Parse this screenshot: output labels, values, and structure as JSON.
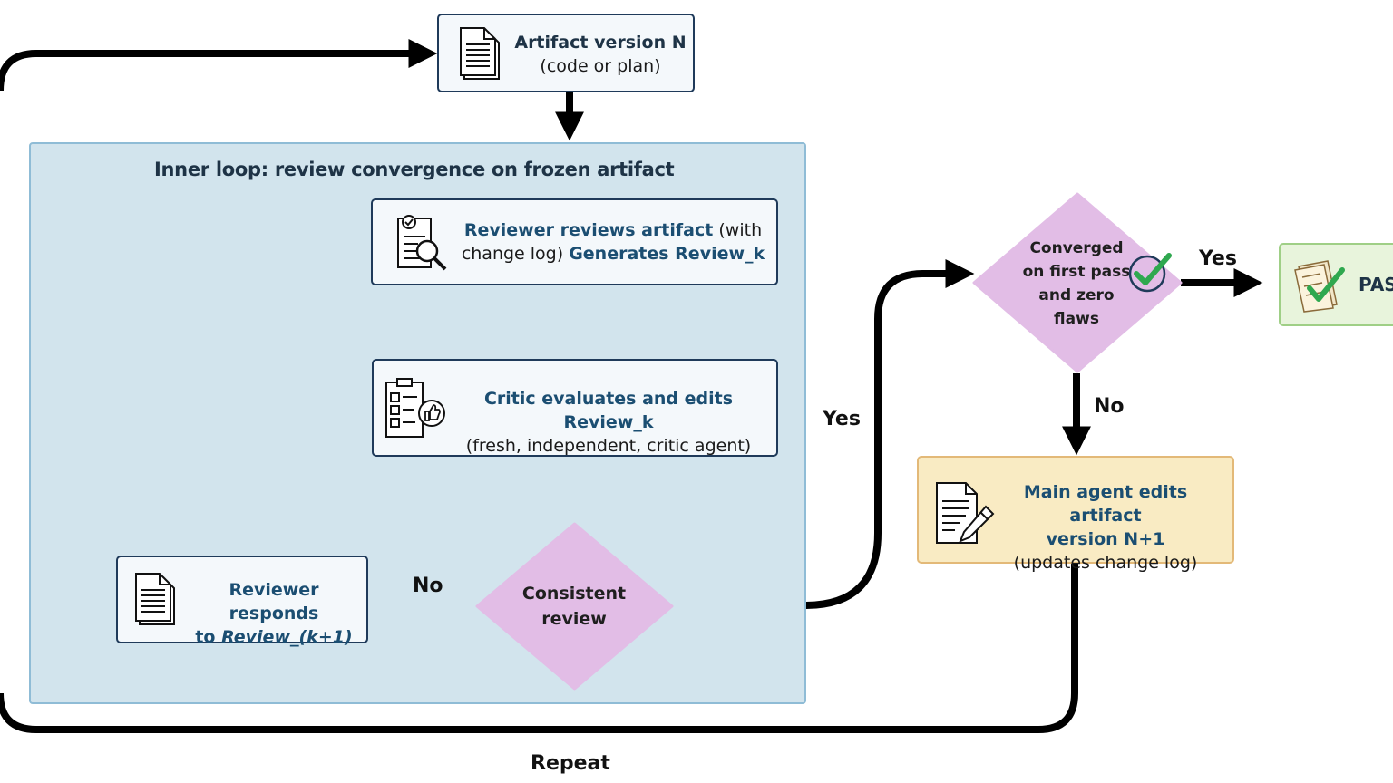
{
  "artifact": {
    "title": "Artifact version N",
    "subtitle": "(code or plan)"
  },
  "inner_loop": {
    "title": "Inner loop: review convergence on frozen artifact"
  },
  "reviewer_box": {
    "part1": "Reviewer reviews artifact",
    "part2": " (with",
    "part3": "change log) ",
    "part4": "Generates Review_k"
  },
  "critic_box": {
    "line1": "Critic evaluates and edits Review_k",
    "line2": "(fresh, independent, critic agent)"
  },
  "consistent": {
    "line1": "Consistent",
    "line2": "review"
  },
  "responds_box": {
    "line1": "Reviewer responds",
    "line2_prefix": "to ",
    "line2_em": "Review_(k+1)"
  },
  "converged": {
    "line1": "Converged",
    "line2": "on first pass",
    "line3": "and zero",
    "line4": "flaws"
  },
  "edit_box": {
    "line1": "Main agent edits artifact",
    "line2": "version N+1",
    "line3": "(updates change log)"
  },
  "pass_box": {
    "label": "PAS"
  },
  "edges": {
    "no_inner": "No",
    "yes_mid": "Yes",
    "yes_right": "Yes",
    "no_right": "No",
    "repeat": "Repeat"
  },
  "colors": {
    "panel": "#d2e4ed",
    "diamond": "#e2bde6",
    "edit_box": "#f9ebc3",
    "pass_box": "#e8f4dc",
    "box_border": "#1f3a5a"
  },
  "icons": [
    "document-icon",
    "review-magnifier-icon",
    "checklist-thumbs-up-icon",
    "document-icon",
    "check-icon",
    "edit-document-icon",
    "approved-checklist-icon"
  ]
}
